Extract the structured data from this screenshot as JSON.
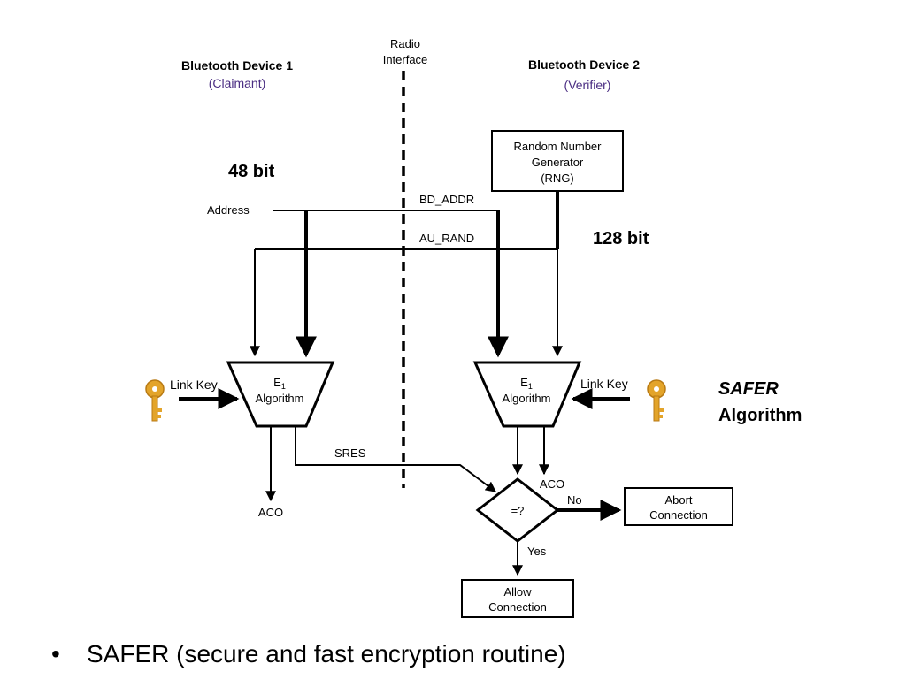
{
  "device1": {
    "title": "Bluetooth Device 1",
    "role": "(Claimant)"
  },
  "device2": {
    "title": "Bluetooth Device 2",
    "role": "(Verifier)"
  },
  "radio": {
    "line1": "Radio",
    "line2": "Interface"
  },
  "rng": {
    "line1": "Random Number",
    "line2": "Generator",
    "line3": "(RNG)"
  },
  "labels": {
    "bits48": "48 bit",
    "bits128": "128 bit",
    "address": "Address",
    "bd_addr": "BD_ADDR",
    "au_rand": "AU_RAND",
    "link_key_left": "Link Key",
    "link_key_right": "Link Key",
    "sres": "SRES",
    "aco_left": "ACO",
    "aco_right": "ACO",
    "compare": "=?",
    "no": "No",
    "yes": "Yes"
  },
  "e1_left": {
    "name": "E",
    "sub": "1",
    "line2": "Algorithm"
  },
  "e1_right": {
    "name": "E",
    "sub": "1",
    "line2": "Algorithm"
  },
  "abort": {
    "line1": "Abort",
    "line2": "Connection"
  },
  "allow": {
    "line1": "Allow",
    "line2": "Connection"
  },
  "safer": {
    "line1": "SAFER",
    "line2": "Algorithm"
  },
  "bullet": {
    "symbol": "•",
    "text": "SAFER (secure and fast encryption routine)"
  },
  "colors": {
    "key": "#e3a42a",
    "key_dark": "#b87a14",
    "role_text": "#4b2e83"
  }
}
